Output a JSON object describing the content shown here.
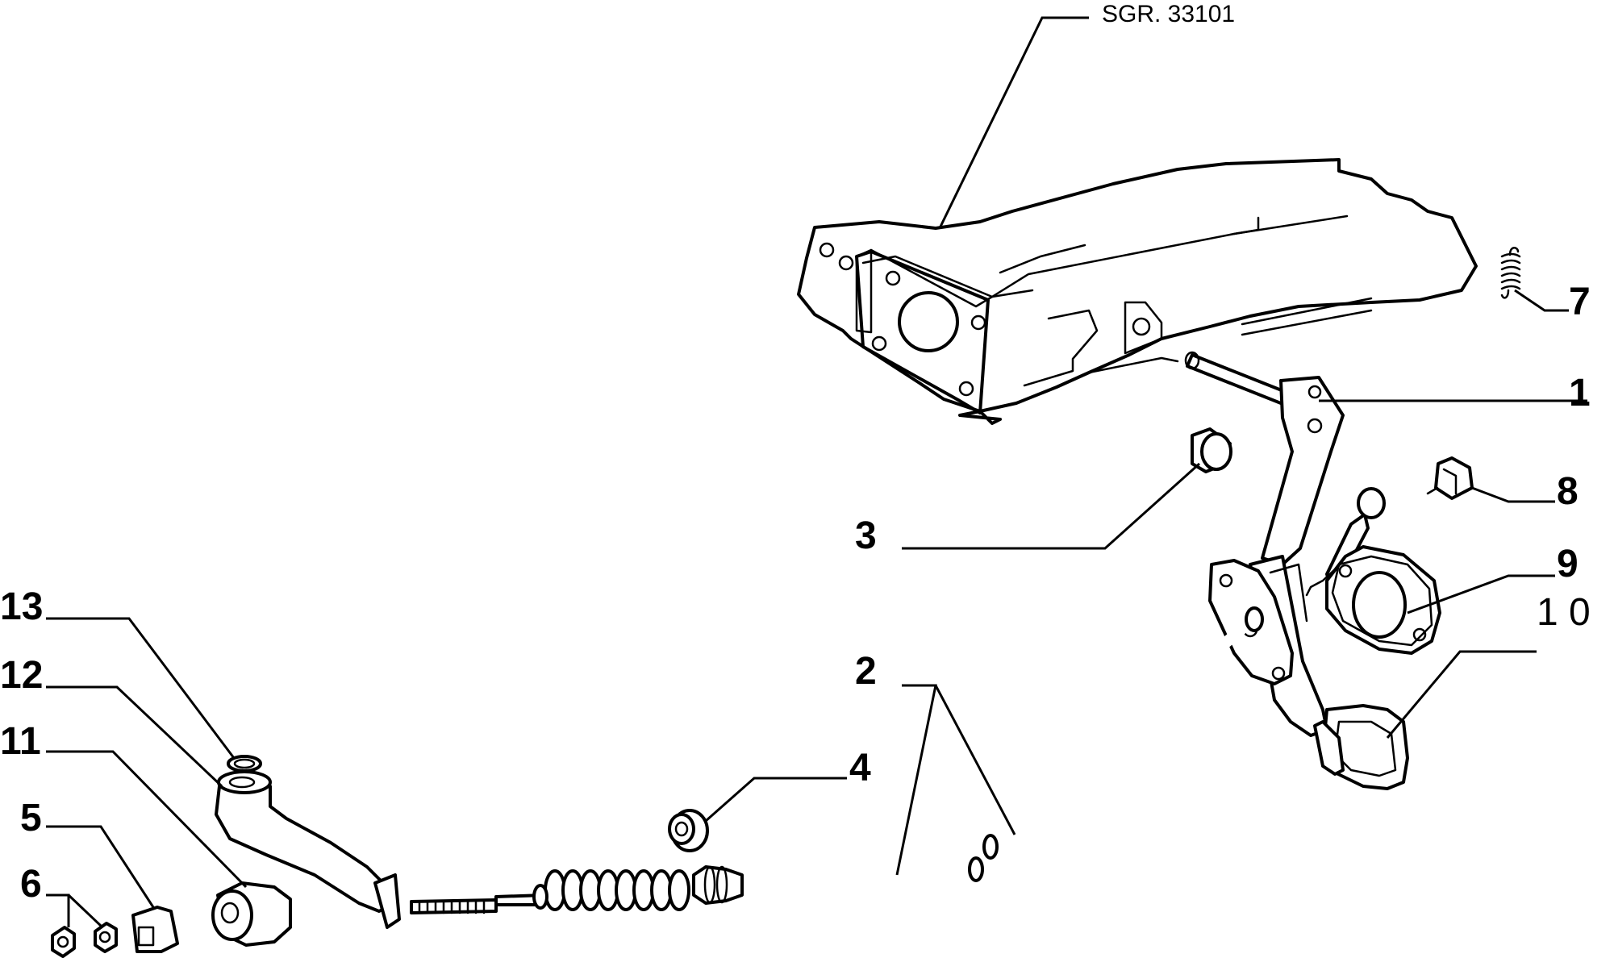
{
  "reference": "SGR. 33101",
  "labels": {
    "l1": "1",
    "l2": "2",
    "l3": "3",
    "l4": "4",
    "l5": "5",
    "l6": "6",
    "l7": "7",
    "l8": "8",
    "l9": "9",
    "l10": "1 0",
    "l11": "11",
    "l12": "12",
    "l13": "13"
  }
}
